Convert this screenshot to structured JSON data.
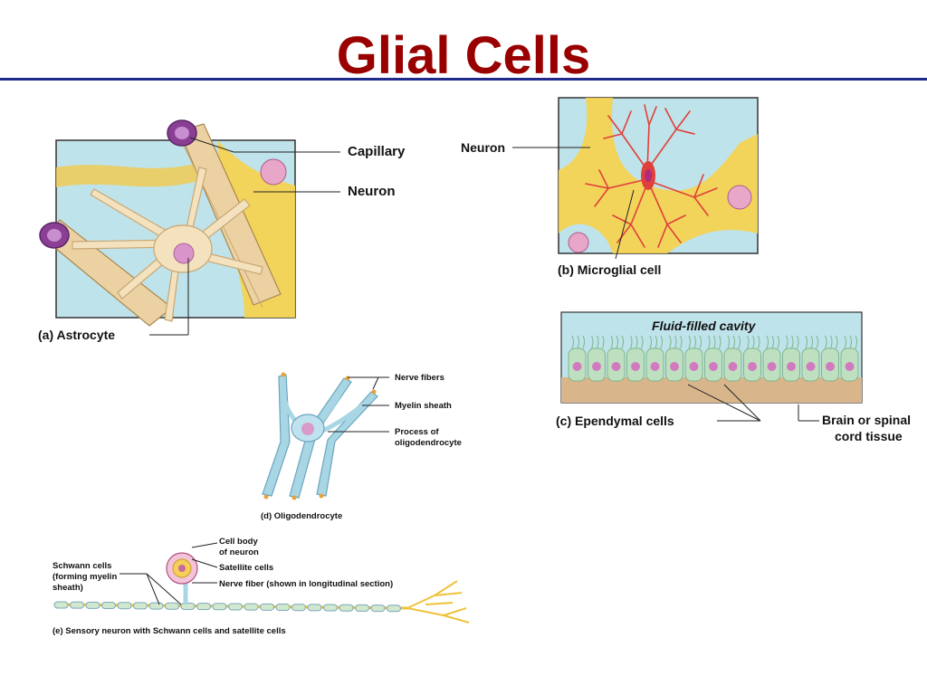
{
  "title": "Glial Cells",
  "astrocyte": {
    "caption": "(a) Astrocyte",
    "label_capillary": "Capillary",
    "label_neuron": "Neuron"
  },
  "microglia": {
    "caption": "(b) Microglial cell",
    "label_neuron": "Neuron"
  },
  "ependymal": {
    "caption": "(c) Ependymal cells",
    "cavity_label": "Fluid-filled cavity",
    "tissue_label_line1": "Brain or spinal",
    "tissue_label_line2": "cord tissue"
  },
  "oligodendrocyte": {
    "caption": "(d) Oligodendrocyte",
    "label_nerve_fibers": "Nerve fibers",
    "label_myelin": "Myelin sheath",
    "label_process_line1": "Process of",
    "label_process_line2": "oligodendrocyte"
  },
  "schwann": {
    "caption": "(e) Sensory neuron with Schwann cells and satellite cells",
    "label_schwann_line1": "Schwann cells",
    "label_schwann_line2": "(forming myelin",
    "label_schwann_line3": "sheath)",
    "label_cellbody_line1": "Cell body",
    "label_cellbody_line2": "of neuron",
    "label_satellite": "Satellite cells",
    "label_fiber": "Nerve fiber (shown in longitudinal section)"
  },
  "colors": {
    "title": "#990000",
    "rule": "#1f2a8c",
    "neuron_yellow": "#f7d24a",
    "astro_tan": "#ecd2a2",
    "capillary_purple": "#8a3f95",
    "microglia_red": "#e0403a",
    "ependymal_green": "#bfe0c0",
    "myelin_blue": "#a9d6e5"
  }
}
